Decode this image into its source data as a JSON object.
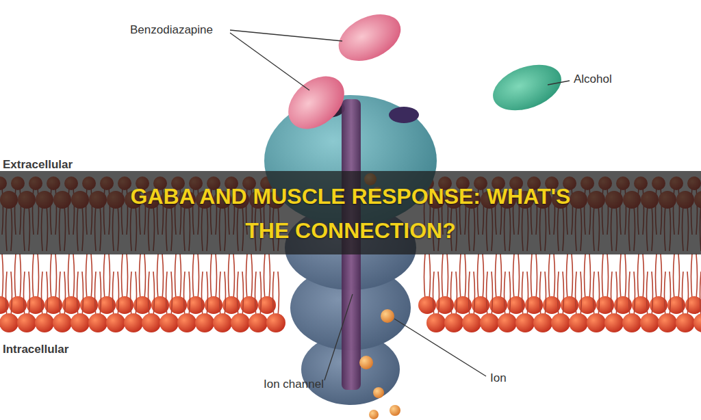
{
  "diagram": {
    "title": "GABA AND MUSCLE RESPONSE: WHAT'S THE CONNECTION?",
    "labels": [
      "Benzodiazapine",
      "Alcohol",
      "Extracellular",
      "Intracellular",
      "Ion channel",
      "Ion"
    ]
  }
}
